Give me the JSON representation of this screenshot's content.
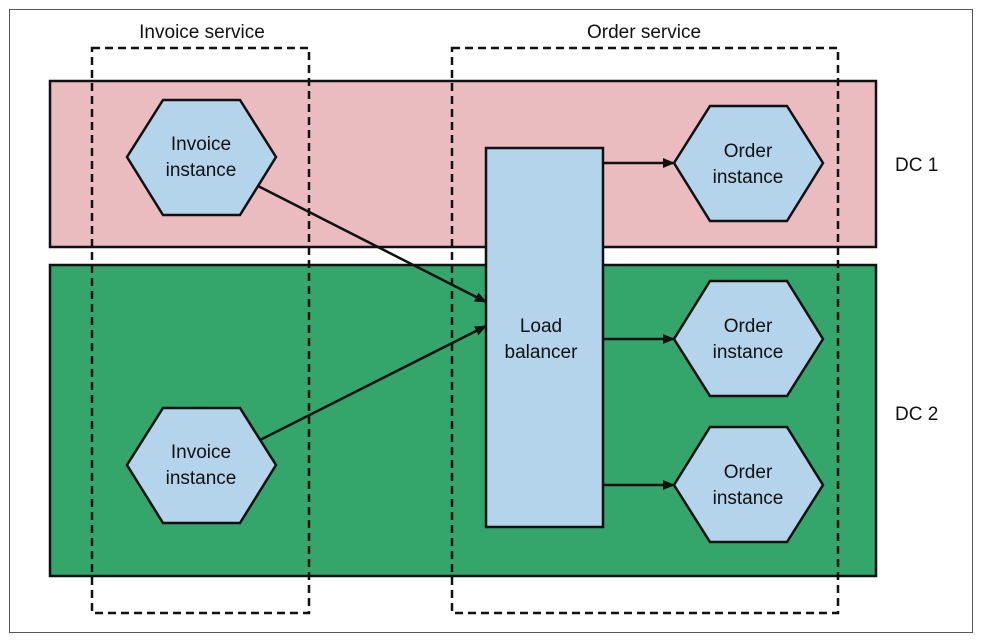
{
  "services": {
    "invoice": {
      "label": "Invoice service"
    },
    "order": {
      "label": "Order service"
    }
  },
  "datacenters": {
    "dc1": {
      "label": "DC 1",
      "color": "#ebbcbf"
    },
    "dc2": {
      "label": "DC 2",
      "color": "#34a56b"
    }
  },
  "nodes": {
    "invoice_dc1": {
      "line1": "Invoice",
      "line2": "instance"
    },
    "invoice_dc2": {
      "line1": "Invoice",
      "line2": "instance"
    },
    "load_balancer": {
      "line1": "Load",
      "line2": "balancer"
    },
    "order_1": {
      "line1": "Order",
      "line2": "instance"
    },
    "order_2": {
      "line1": "Order",
      "line2": "instance"
    },
    "order_3": {
      "line1": "Order",
      "line2": "instance"
    }
  },
  "colors": {
    "node_fill": "#b3d4ea",
    "stroke": "#111111",
    "border": "#555555"
  }
}
